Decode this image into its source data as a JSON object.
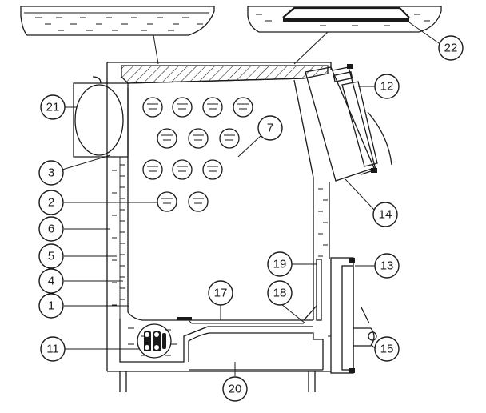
{
  "colors": {
    "line": "#1a1a1a",
    "background": "#ffffff"
  },
  "callouts": {
    "c1": "1",
    "c2": "2",
    "c3": "3",
    "c4": "4",
    "c5": "5",
    "c6": "6",
    "c7": "7",
    "c11": "11",
    "c12": "12",
    "c13": "13",
    "c14": "14",
    "c15": "15",
    "c17": "17",
    "c18": "18",
    "c19": "19",
    "c20": "20",
    "c21": "21",
    "c22": "22"
  }
}
